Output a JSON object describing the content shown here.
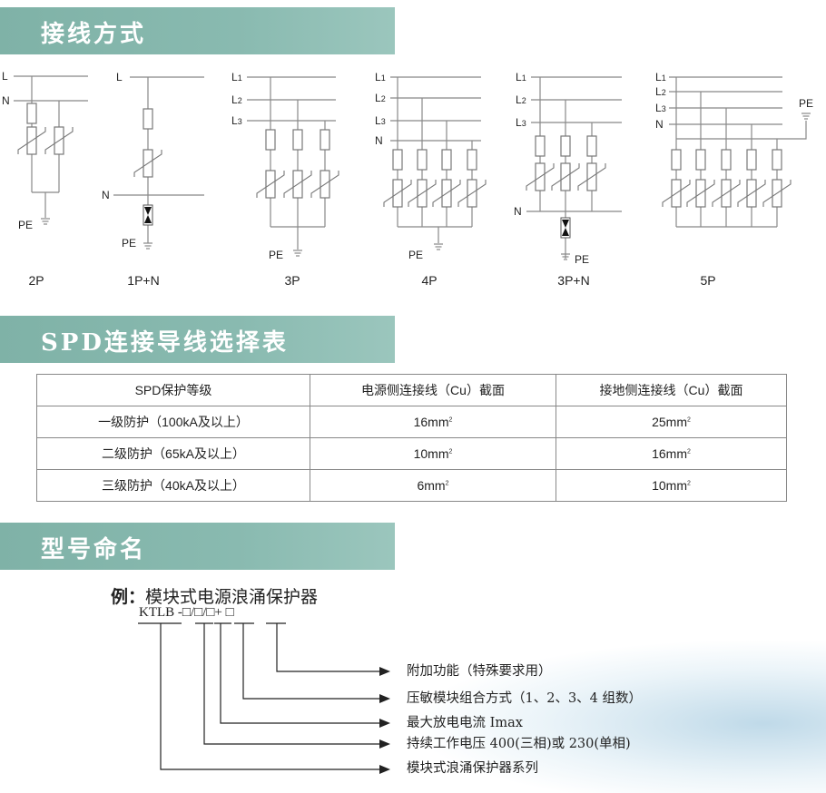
{
  "sections": {
    "wiring": "接线方式",
    "table": "SPD连接导线选择表",
    "naming": "型号命名"
  },
  "diagrams": [
    {
      "name": "2P",
      "labels": [
        "L",
        "N",
        "PE"
      ]
    },
    {
      "name": "1P+N",
      "labels": [
        "L",
        "N",
        "PE"
      ]
    },
    {
      "name": "3P",
      "labels": [
        "L1",
        "L2",
        "L3",
        "PE"
      ]
    },
    {
      "name": "4P",
      "labels": [
        "L1",
        "L2",
        "L3",
        "N",
        "PE"
      ]
    },
    {
      "name": "3P+N",
      "labels": [
        "L1",
        "L2",
        "L3",
        "N",
        "PE"
      ]
    },
    {
      "name": "5P",
      "labels": [
        "L1",
        "L2",
        "L3",
        "N",
        "PE"
      ]
    }
  ],
  "table": {
    "headers": [
      "SPD保护等级",
      "电源侧连接线（Cu）截面",
      "接地侧连接线（Cu）截面"
    ],
    "rows": [
      [
        "一级防护（100kA及以上）",
        "16mm",
        "25mm"
      ],
      [
        "二级防护（65kA及以上）",
        "10mm",
        "16mm"
      ],
      [
        "三级防护（40kA及以上）",
        "6mm",
        "10mm"
      ]
    ],
    "unit_sup": "2"
  },
  "naming": {
    "example_label": "例：",
    "example_text": "模块式电源浪涌保护器",
    "code": "KTLB",
    "code_rest": "-□/□/□+ □",
    "items": [
      "附加功能（特殊要求用）",
      "压敏模块组合方式（1、2、3、4 组数）",
      "最大放电电流 Imax",
      "持续工作电压 400(三相)或 230(单相)",
      "模块式浪涌保护器系列"
    ]
  }
}
